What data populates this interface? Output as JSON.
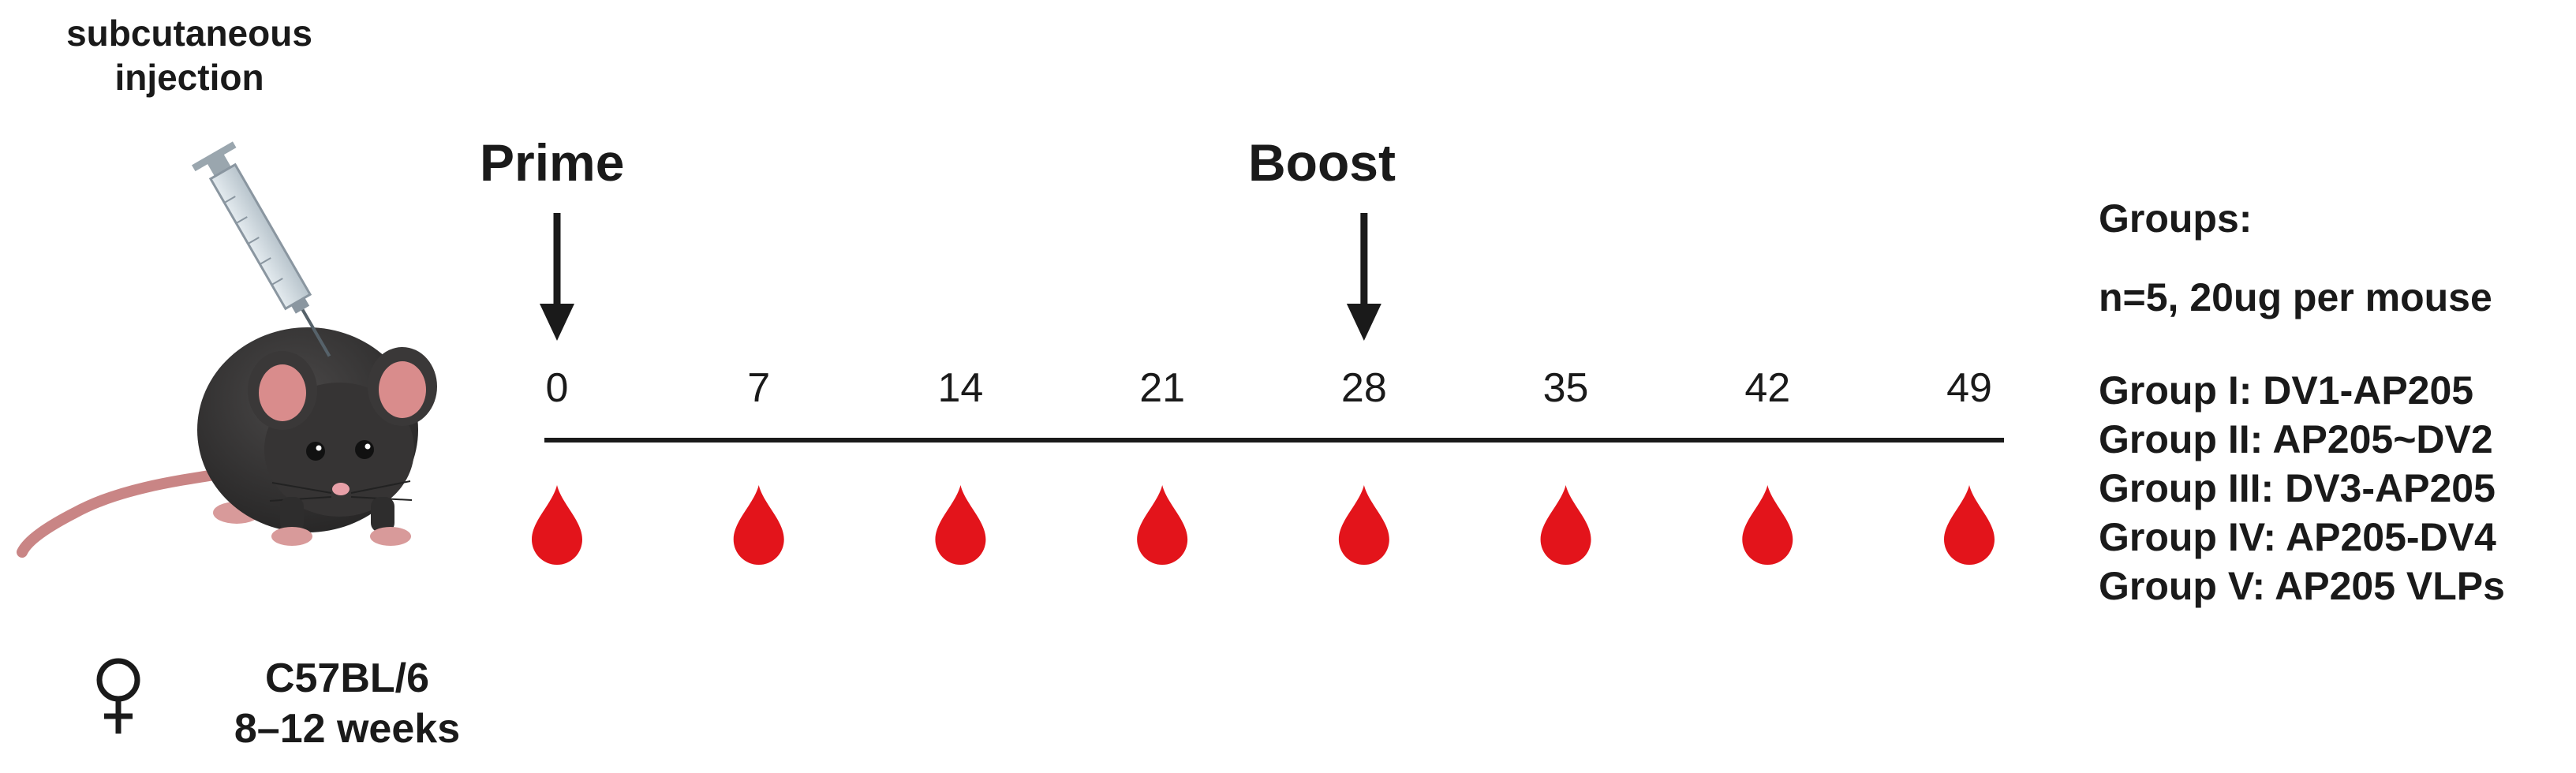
{
  "injection": {
    "label_line1": "subcutaneous",
    "label_line2": "injection"
  },
  "events": {
    "prime_label": "Prime",
    "boost_label": "Boost"
  },
  "timeline": {
    "days": [
      "0",
      "7",
      "14",
      "21",
      "28",
      "35",
      "42",
      "49"
    ],
    "prime_day_index": 0,
    "boost_day_index": 4,
    "blood_drop_color": "#e3141b"
  },
  "mouse": {
    "strain": "C57BL/6",
    "age": "8–12 weeks",
    "sex_symbol": "♀"
  },
  "groups": {
    "title": "Groups:",
    "dose_info": "n=5, 20ug per mouse",
    "items": [
      "Group I: DV1-AP205",
      "Group II: AP205~DV2",
      "Group III: DV3-AP205",
      "Group IV: AP205-DV4",
      "Group V: AP205 VLPs"
    ]
  }
}
